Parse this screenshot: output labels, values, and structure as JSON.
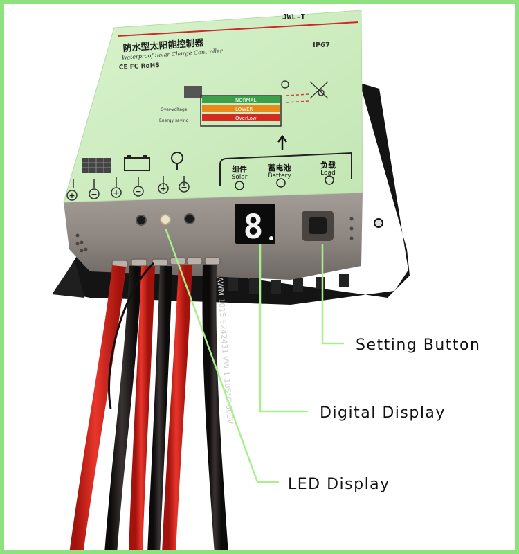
{
  "panel": {
    "model": "JWL-T",
    "chinese_title": "防水型太阳能控制器",
    "english_title": "Waterproof Solar Charge Controller",
    "certifications": "CE FC RoHS",
    "rating": "IP67"
  },
  "status_bars": {
    "normal": "NORMAL",
    "lower": "LOWER",
    "overlow": "OverLow"
  },
  "indicators": {
    "overvoltage": "Over-voltage",
    "energy_saving": "Energy saving"
  },
  "terminals": [
    {
      "chinese": "组件",
      "english": "Solar"
    },
    {
      "chinese": "蓄电池",
      "english": "Battery"
    },
    {
      "chinese": "负载",
      "english": "Load"
    }
  ],
  "digit_display": "8",
  "cable_print": "AWM 1015 E242431 VW-1 105°C 600V",
  "callouts": {
    "setting_button": "Setting Button",
    "digital_display": "Digital Display",
    "led_display": "LED Display"
  },
  "colors": {
    "frame": "#8ee27e",
    "panel": "#cfeec2",
    "callout_line": "#a8f08e",
    "red_wire": "#d8231b",
    "status_green": "#3aa14a",
    "status_orange": "#e88a1a",
    "status_red": "#d42a1f"
  }
}
